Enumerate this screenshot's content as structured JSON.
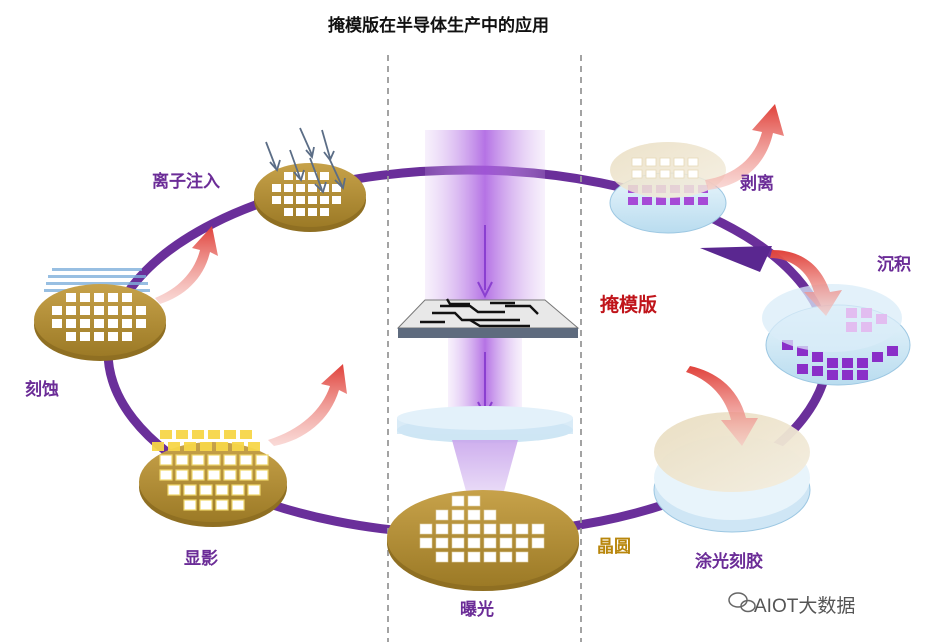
{
  "title": "掩模版在半导体生产中的应用",
  "stages": {
    "ion_implant": "离子注入",
    "etch": "刻蚀",
    "develop": "显影",
    "exposure": "曝光",
    "wafer": "晶圆",
    "photoresist": "涂光刻胶",
    "deposition": "沉积",
    "strip": "剥离",
    "mask": "掩模版"
  },
  "watermark": "AIOT大数据",
  "colors": {
    "cycle": "#6a2f9a",
    "wafer": "#b8953a",
    "arrow": "#e0413a",
    "mask_label": "#c0141a"
  }
}
